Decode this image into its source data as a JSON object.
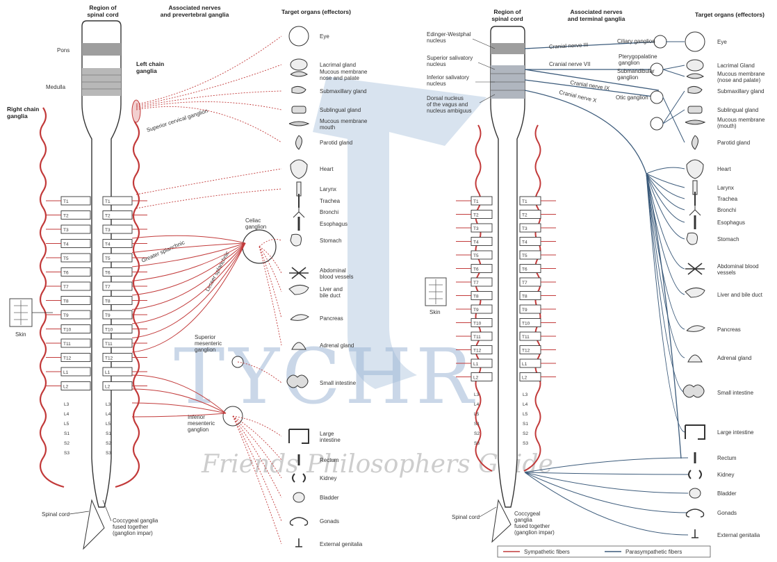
{
  "left": {
    "headers": {
      "region": [
        "Region of",
        "spinal cord"
      ],
      "nerves": [
        "Associated nerves",
        "and prevertebral ganglia"
      ],
      "targets": [
        "Target organs (effectors)"
      ]
    },
    "labels": {
      "pons": "Pons",
      "medulla": "Medulla",
      "left_chain": [
        "Left chain",
        "ganglia"
      ],
      "right_chain": [
        "Right chain",
        "ganglia"
      ],
      "skin": "Skin",
      "spinal_cord": "Spinal cord",
      "coccygeal": [
        "Coccygeal ganglia",
        "fused together",
        "(ganglion impar)"
      ],
      "superior_cervical": "Superior cervical ganglion",
      "celiac": [
        "Celiac",
        "ganglion"
      ],
      "greater_splanchnic": "Greater splanchnic",
      "lesser_splanchnic": "Lesser splanchnic",
      "superior_mesenteric": [
        "Superior",
        "mesenteric",
        "ganglion"
      ],
      "inferior_mesenteric": [
        "Inferior",
        "mesenteric",
        "ganglion"
      ]
    },
    "segments": [
      "T1",
      "T2",
      "T3",
      "T4",
      "T5",
      "T6",
      "T7",
      "T8",
      "T9",
      "T10",
      "T11",
      "T12",
      "L1",
      "L2"
    ],
    "lower_segments": [
      "L3",
      "L4",
      "L5",
      "S1",
      "S2",
      "S3"
    ],
    "organs": [
      {
        "name": [
          "Eye"
        ]
      },
      {
        "name": [
          "Lacrimal gland"
        ]
      },
      {
        "name": [
          "Mucous membrane",
          "nose and palate"
        ]
      },
      {
        "name": [
          "Submaxillary gland"
        ]
      },
      {
        "name": [
          "Sublingual gland"
        ]
      },
      {
        "name": [
          "Mucous membrane",
          "mouth"
        ]
      },
      {
        "name": [
          "Parotid gland"
        ]
      },
      {
        "name": [
          "Heart"
        ]
      },
      {
        "name": [
          "Larynx"
        ]
      },
      {
        "name": [
          "Trachea"
        ]
      },
      {
        "name": [
          "Bronchi"
        ]
      },
      {
        "name": [
          "Esophagus"
        ]
      },
      {
        "name": [
          "Stomach"
        ]
      },
      {
        "name": [
          "Abdominal",
          "blood vessels"
        ]
      },
      {
        "name": [
          "Liver and",
          "bile duct"
        ]
      },
      {
        "name": [
          "Pancreas"
        ]
      },
      {
        "name": [
          "Adrenal gland"
        ]
      },
      {
        "name": [
          "Small intestine"
        ]
      },
      {
        "name": [
          "Large",
          "intestine"
        ]
      },
      {
        "name": [
          "Rectum"
        ]
      },
      {
        "name": [
          "Kidney"
        ]
      },
      {
        "name": [
          "Bladder"
        ]
      },
      {
        "name": [
          "Gonads"
        ]
      },
      {
        "name": [
          "External genitalia"
        ]
      }
    ]
  },
  "right": {
    "headers": {
      "region": [
        "Region of",
        "spinal cord"
      ],
      "nerves": [
        "Associated nerves",
        "and terminal ganglia"
      ],
      "targets": [
        "Target organs (effectors)"
      ]
    },
    "nuclei": [
      [
        "Edinger-Westphal",
        "nucleus"
      ],
      [
        "Superior salivatory",
        "nucleus"
      ],
      [
        "Inferior salivatory",
        "nucleus"
      ],
      [
        "Dorsal nucleus",
        "of the vagus and",
        "nucleus ambiguus"
      ]
    ],
    "cranial_nerves": [
      "Cranial nerve III",
      "Cranial nerve VII",
      "Cranial nerve IX",
      "Cranial nerve X"
    ],
    "ganglia": [
      [
        "Ciliary ganglion"
      ],
      [
        "Pterygopalatine",
        "ganglion"
      ],
      [
        "Submandibular",
        "ganglion"
      ],
      [
        "Otic ganglion"
      ]
    ],
    "segments": [
      "T1",
      "T2",
      "T3",
      "T4",
      "T5",
      "T6",
      "T7",
      "T8",
      "T9",
      "T10",
      "T11",
      "T12",
      "L1",
      "L2"
    ],
    "lower_segments": [
      "L3",
      "L4",
      "L5",
      "S1",
      "S2",
      "S3"
    ],
    "skin": "Skin",
    "spinal_cord": "Spinal cord",
    "coccygeal": [
      "Coccygeal",
      "ganglia",
      "fused together",
      "(ganglion impar)"
    ],
    "organs": [
      {
        "name": [
          "Eye"
        ]
      },
      {
        "name": [
          "Lacrimal Gland"
        ]
      },
      {
        "name": [
          "Mucous membrane",
          "(nose and palate)"
        ]
      },
      {
        "name": [
          "Submaxillary gland"
        ]
      },
      {
        "name": [
          "Sublingual gland"
        ]
      },
      {
        "name": [
          "Mucous membrane",
          "(mouth)"
        ]
      },
      {
        "name": [
          "Parotid gland"
        ]
      },
      {
        "name": [
          "Heart"
        ]
      },
      {
        "name": [
          "Larynx"
        ]
      },
      {
        "name": [
          "Trachea"
        ]
      },
      {
        "name": [
          "Bronchi"
        ]
      },
      {
        "name": [
          "Esophagus"
        ]
      },
      {
        "name": [
          "Stomach"
        ]
      },
      {
        "name": [
          "Abdominal blood",
          "vessels"
        ]
      },
      {
        "name": [
          "Liver and bile duct"
        ]
      },
      {
        "name": [
          "Pancreas"
        ]
      },
      {
        "name": [
          "Adrenal gland"
        ]
      },
      {
        "name": [
          "Small intestine"
        ]
      },
      {
        "name": [
          "Large intestine"
        ]
      },
      {
        "name": [
          "Rectum"
        ]
      },
      {
        "name": [
          "Kidney"
        ]
      },
      {
        "name": [
          "Bladder"
        ]
      },
      {
        "name": [
          "Gonads"
        ]
      },
      {
        "name": [
          "External genitalia"
        ]
      }
    ],
    "legend": {
      "sympathetic": "Sympathetic fibers",
      "parasympathetic": "Parasympathetic fibers"
    }
  },
  "watermark": {
    "main": "TYCHR",
    "sub": "Friends Philosophers Guide"
  },
  "colors": {
    "sympathetic": "#c23a3a",
    "parasympathetic": "#3b5a7a",
    "watermark": "#9fb8d6"
  }
}
